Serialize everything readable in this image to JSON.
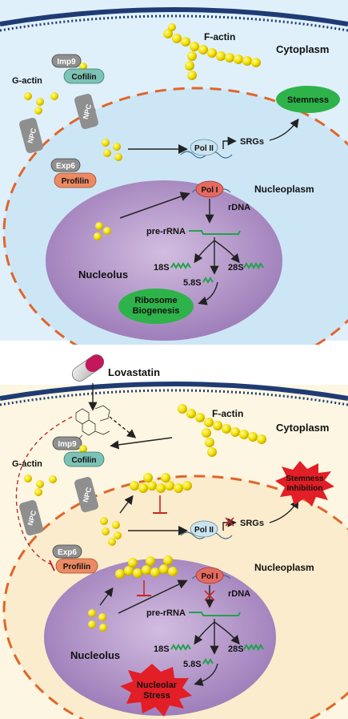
{
  "panels": {
    "top": {
      "cytoplasm": "Cytoplasm",
      "f_actin": "F-actin",
      "g_actin": "G-actin",
      "imp9": "Imp9",
      "cofilin": "Cofilin",
      "npc": "NPC",
      "exp6": "Exp6",
      "profilin": "Profilin",
      "pol2": "Pol II",
      "srgs": "SRGs",
      "stemness": "Stemness",
      "nucleoplasm": "Nucleoplasm",
      "pol1": "Pol I",
      "rdna": "rDNA",
      "pre_rrna": "pre-rRNA",
      "s18": "18S",
      "s28": "28S",
      "s58": "5.8S",
      "nucleolus": "Nucleolus",
      "ribosome_line1": "Ribosome",
      "ribosome_line2": "Biogenesis"
    },
    "bottom": {
      "lovastatin": "Lovastatin",
      "cytoplasm": "Cytoplasm",
      "f_actin": "F-actin",
      "g_actin": "G-actin",
      "imp9": "Imp9",
      "cofilin": "Cofilin",
      "npc": "NPC",
      "exp6": "Exp6",
      "profilin": "Profilin",
      "pol2": "Pol II",
      "srgs": "SRGs",
      "stemness_line1": "Stemness",
      "stemness_line2": "Inhibition",
      "nucleoplasm": "Nucleoplasm",
      "pol1": "Pol I",
      "rdna": "rDNA",
      "pre_rrna": "pre-rRNA",
      "s18": "18S",
      "s28": "28S",
      "s58": "5.8S",
      "nucleolus": "Nucleolus",
      "stress_line1": "Nucleolar",
      "stress_line2": "Stress"
    }
  },
  "colors": {
    "cytoplasm_top": "#dff0fb",
    "nucleus_top": "#cde6f6",
    "cytoplasm_bottom": "#fdf6e2",
    "nucleus_bottom": "#fbeccd",
    "nucleolus": "#b497c8",
    "envelope_dash": "#e0662a",
    "actin": "#f2e200",
    "pol1": "#e56a5f",
    "pol2": "#c9e3ef",
    "cofilin": "#7cc2b5",
    "profilin": "#ec8a63",
    "npc": "#8f8f8f",
    "green_oval": "#2db34a",
    "red_burst": "#e21e26",
    "rna_green": "#22a24a",
    "inhibit_red": "#d12b2b"
  }
}
